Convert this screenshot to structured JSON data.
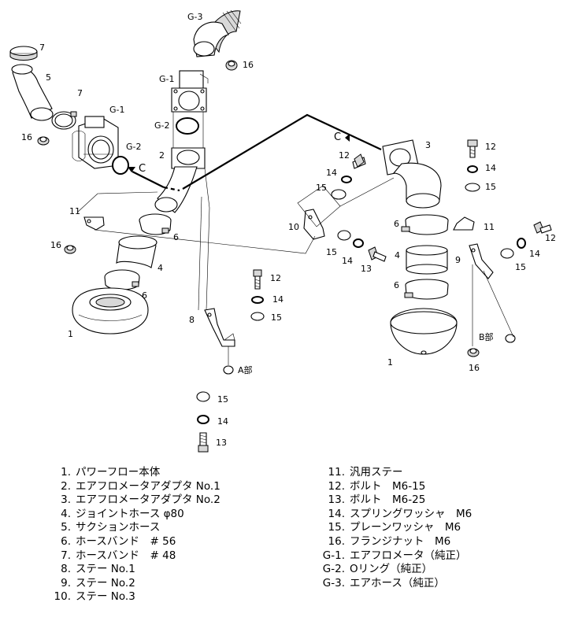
{
  "callouts": {
    "g3": "G-3",
    "g1_top": "G-1",
    "g2_top": "G-2",
    "g1_left": "G-1",
    "g2_left": "G-2",
    "n7_a": "7",
    "n7_b": "7",
    "n5": "5",
    "n16_a": "16",
    "n16_b": "16",
    "n16_c": "16",
    "n16_d": "16",
    "n2": "2",
    "n3": "3",
    "n11_a": "11",
    "n11_b": "11",
    "n6_a": "6",
    "n6_b": "6",
    "n6_c": "6",
    "n6_d": "6",
    "n4_a": "4",
    "n4_b": "4",
    "n1_a": "1",
    "n1_b": "1",
    "n12_a": "12",
    "n12_b": "12",
    "n12_c": "12",
    "n14_a": "14",
    "n14_b": "14",
    "n14_c": "14",
    "n14_d": "14",
    "n14_e": "14",
    "n15_a": "15",
    "n15_b": "15",
    "n15_c": "15",
    "n15_d": "15",
    "n15_e": "15",
    "n15_f": "15",
    "n13_a": "13",
    "n13_b": "13",
    "n10": "10",
    "n8": "8",
    "n9": "9",
    "c_left": "C",
    "c_right": "C",
    "a_bu": "A部",
    "b_bu": "B部"
  },
  "legend_left": [
    {
      "num": "1.",
      "text": "パワーフロー本体"
    },
    {
      "num": "2.",
      "text": "エアフロメータアダプタ No.1"
    },
    {
      "num": "3.",
      "text": "エアフロメータアダプタ No.2"
    },
    {
      "num": "4.",
      "text": "ジョイントホース φ80"
    },
    {
      "num": "5.",
      "text": "サクションホース"
    },
    {
      "num": "6.",
      "text": "ホースバンド　# 56"
    },
    {
      "num": "7.",
      "text": "ホースバンド　# 48"
    },
    {
      "num": "8.",
      "text": "ステー No.1"
    },
    {
      "num": "9.",
      "text": "ステー No.2"
    },
    {
      "num": "10.",
      "text": "ステー No.3"
    }
  ],
  "legend_right": [
    {
      "num": "11.",
      "text": "汎用ステー"
    },
    {
      "num": "12.",
      "text": "ボルト　M6-15"
    },
    {
      "num": "13.",
      "text": "ボルト　M6-25"
    },
    {
      "num": "14.",
      "text": "スプリングワッシャ　M6"
    },
    {
      "num": "15.",
      "text": "プレーンワッシャ　M6"
    },
    {
      "num": "16.",
      "text": "フランジナット　M6"
    },
    {
      "num": "G-1.",
      "text": "エアフロメータ（純正）"
    },
    {
      "num": "G-2.",
      "text": "Oリング（純正）"
    },
    {
      "num": "G-3.",
      "text": "エアホース（純正）"
    }
  ]
}
